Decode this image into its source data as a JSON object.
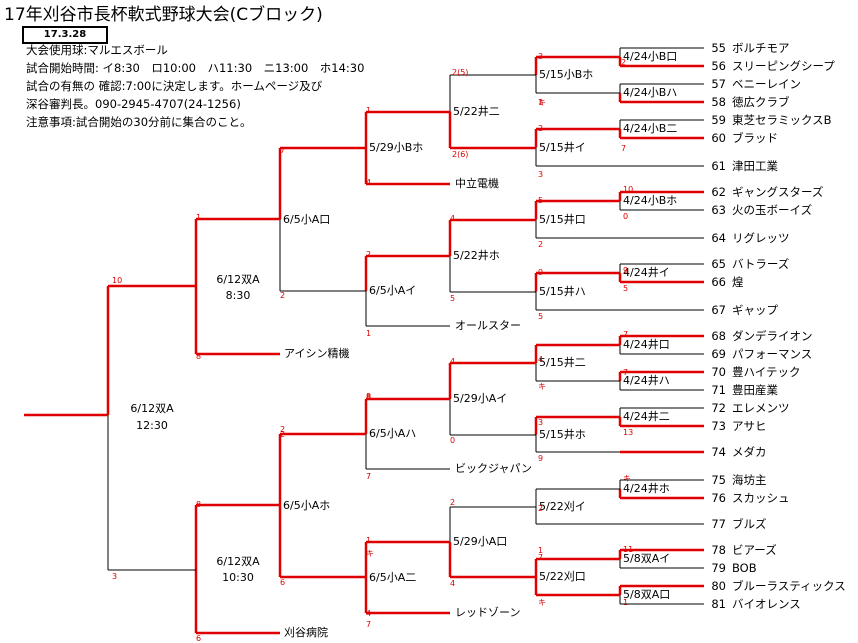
{
  "title": "17年刈谷市長杯軟式野球大会(Cブロック)",
  "date": "17.3.28",
  "info": [
    "大会使用球:マルエスボール",
    "試合開始時間: イ8:30　ロ10:00　ハ11:30　ニ13:00　ホ14:30",
    "試合の有無の 確認:7:00に決定します。ホームページ及び",
    "深谷審判長。090-2945-4707(24-1256)",
    "注意事項:試合開始の30分前に集合のこと。"
  ],
  "teams": [
    {
      "no": "55",
      "name": "ボルチモア"
    },
    {
      "no": "56",
      "name": "スリーピングシープ"
    },
    {
      "no": "57",
      "name": "ベニーレイン"
    },
    {
      "no": "58",
      "name": "徳広クラブ"
    },
    {
      "no": "59",
      "name": "東芝セラミックスB"
    },
    {
      "no": "60",
      "name": "ブラッド"
    },
    {
      "no": "61",
      "name": "津田工業"
    },
    {
      "no": "62",
      "name": "ギャングスターズ"
    },
    {
      "no": "63",
      "name": "火の玉ボーイズ"
    },
    {
      "no": "64",
      "name": "リグレッツ"
    },
    {
      "no": "65",
      "name": "バトラーズ"
    },
    {
      "no": "66",
      "name": "煌"
    },
    {
      "no": "67",
      "name": "ギャップ"
    },
    {
      "no": "68",
      "name": "ダンデライオン"
    },
    {
      "no": "69",
      "name": "パフォーマンス"
    },
    {
      "no": "70",
      "name": "豊ハイテック"
    },
    {
      "no": "71",
      "name": "豊田産業"
    },
    {
      "no": "72",
      "name": "エレメンツ"
    },
    {
      "no": "73",
      "name": "アサヒ"
    },
    {
      "no": "74",
      "name": "メダカ"
    },
    {
      "no": "75",
      "name": "海坊主"
    },
    {
      "no": "76",
      "name": "スカッシュ"
    },
    {
      "no": "77",
      "name": "ブルズ"
    },
    {
      "no": "78",
      "name": "ビアーズ"
    },
    {
      "no": "79",
      "name": "BOB"
    },
    {
      "no": "80",
      "name": "ブルーラスティックス"
    },
    {
      "no": "81",
      "name": "バイオレンス"
    }
  ],
  "seeds": [
    "中立電機",
    "オールスター",
    "アイシン精機",
    "ビックジャパン",
    "レッドゾーン",
    "刈谷病院"
  ],
  "games": {
    "r1": [
      "4/24小B口",
      "4/24小Bハ",
      "4/24小B二",
      "4/24小Bホ",
      "4/24井イ",
      "4/24井口",
      "4/24井ハ",
      "4/24井二",
      "4/24井ホ",
      "5/8双Aイ",
      "5/8双A口"
    ],
    "r2": [
      "5/15小Bホ",
      "5/15井イ",
      "5/15井口",
      "5/15井ハ",
      "5/15井二",
      "5/15井ホ",
      "5/22刈イ",
      "5/22刈口"
    ],
    "r3": [
      "5/22井二",
      "5/22井ホ",
      "5/29小Aイ",
      "5/29小A口"
    ],
    "r4": [
      "5/29小Bホ",
      "6/5小Aイ",
      "6/5小Aハ",
      "6/5小A二"
    ],
    "r5": [
      "6/5小A口",
      "6/5小Aホ"
    ],
    "r6": [
      "6/12双A",
      "8:30",
      "6/12双A",
      "10:30"
    ],
    "final": [
      "6/12双A",
      "12:30"
    ]
  },
  "scores": {
    "s1": "3",
    "s2": "2",
    "s3": "1",
    "s4": "キ",
    "s5": "2",
    "s6": "7",
    "s7": "10",
    "s8": "0",
    "s9": "9",
    "s10": "5",
    "s11": "7",
    "s12": "4",
    "s13": "4",
    "s14": "キ",
    "s15": "7",
    "s16": "13",
    "s17": "キ",
    "s18": "1",
    "s19": "11",
    "s20": "1",
    "s21": "7",
    "s22": "キ",
    "s23": "2",
    "s24": "2(5)",
    "s25": "2(6)",
    "s26": "3",
    "s27": "5",
    "s28": "2",
    "s29": "9",
    "s30": "5",
    "s31": "4",
    "s32": "3",
    "s33": "9",
    "s34": "2",
    "s35": "7",
    "s36": "キ",
    "s37": "1",
    "s38": "8",
    "s39": "4",
    "s40": "5",
    "s41": "2",
    "s42": "1",
    "s43": "4",
    "s44": "0",
    "s45": "2",
    "s46": "4",
    "s47": "7",
    "s48": "1",
    "s49": "7",
    "s50": "2",
    "s51": "8",
    "s52": "6",
    "s53": "1",
    "s54": "2",
    "s55": "10",
    "s56": "8",
    "s57": "8",
    "s58": "3",
    "s59": "6"
  },
  "colors": {
    "win": "#e00000",
    "line": "#000000"
  }
}
